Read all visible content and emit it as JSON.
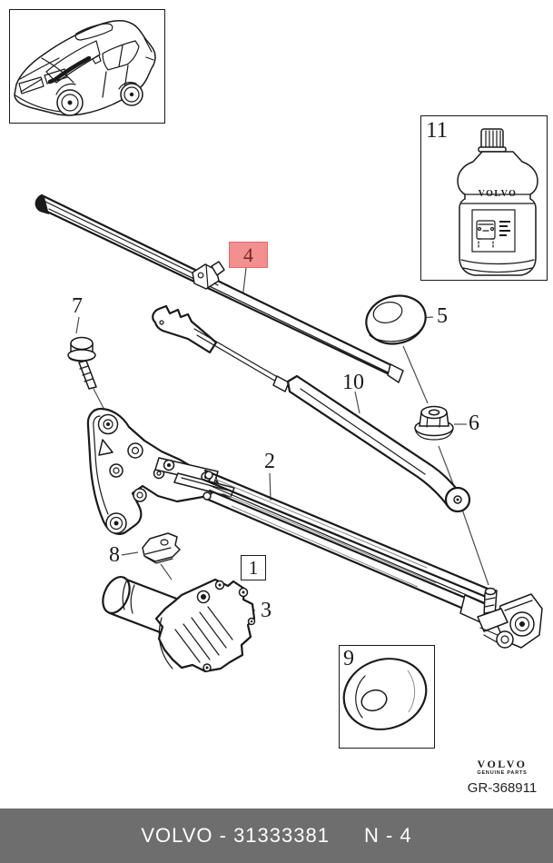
{
  "colors": {
    "line": "#1a1a1a",
    "leader": "#4d4d4d",
    "highlight_bg": "#f2908f",
    "highlight_border": "#e06c6b",
    "highlight_text": "#7a2423",
    "footer_bg": "#6e6e6e",
    "footer_text": "#ffffff"
  },
  "callouts": {
    "1": "1",
    "2": "2",
    "3": "3",
    "4": "4",
    "5": "5",
    "6": "6",
    "7": "7",
    "8": "8",
    "9": "9",
    "10": "10",
    "11": "11"
  },
  "highlighted_callout": "4",
  "bottle": {
    "brand": "VOLVO"
  },
  "brand": {
    "logo": "VOLVO",
    "tagline": "GENUINE PARTS",
    "graphic_ref": "GR-368911"
  },
  "footer": {
    "part_number": "VOLVO - 31333381",
    "page_ref": "N - 4"
  }
}
